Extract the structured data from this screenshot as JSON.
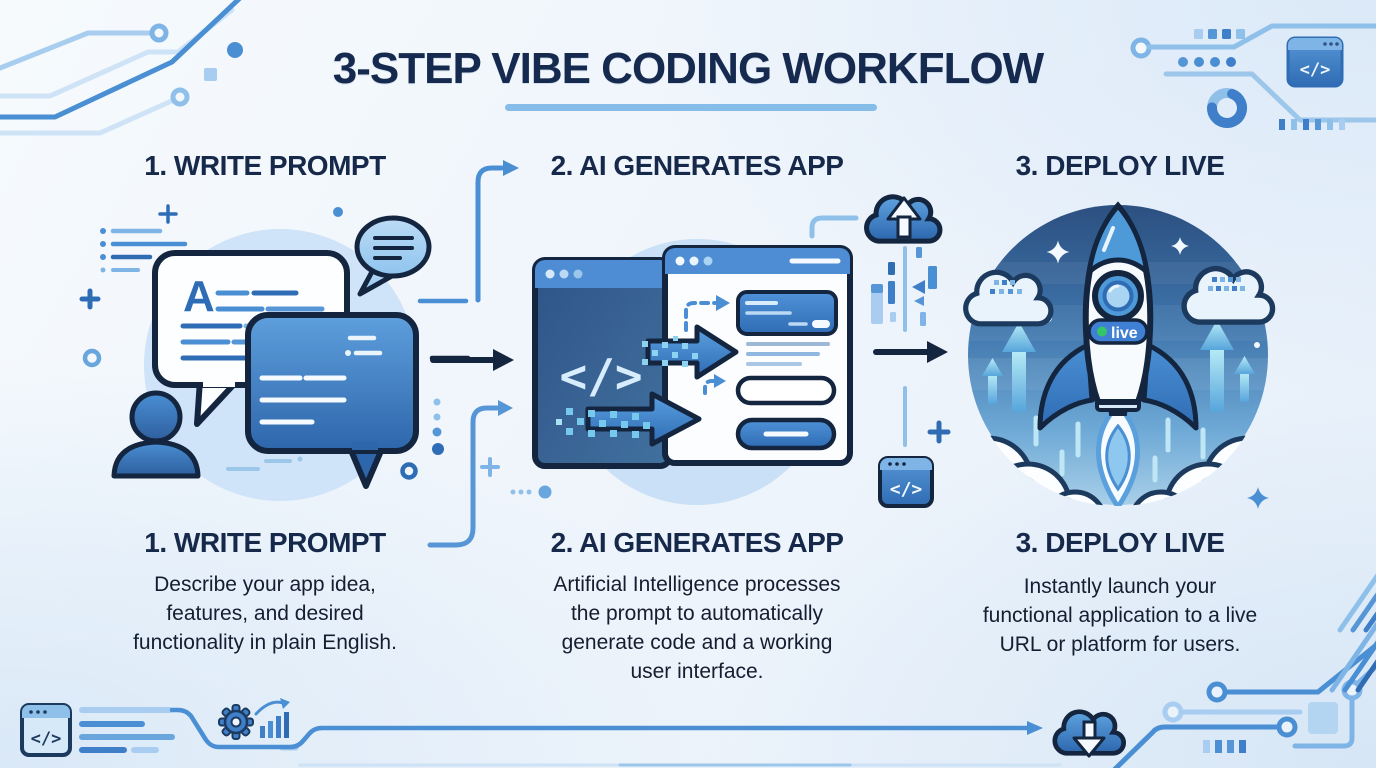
{
  "title": {
    "text": "3-STEP VIBE CODING WORKFLOW"
  },
  "steps": [
    {
      "top_label": "1. WRITE PROMPT",
      "bottom_title": "1. WRITE PROMPT",
      "description": "Describe your app idea, features, and desired functionality in plain English.",
      "lines": [
        "Describe your app idea,",
        "features, and desired",
        "functionality in plain English."
      ]
    },
    {
      "top_label": "2. AI GENERATES APP",
      "bottom_title": "2. AI GENERATES APP",
      "description": "Artificial Intelligence processes the prompt to automatically generate code and a working user interface.",
      "lines": [
        "Artificial Intelligence processes",
        "the prompt to automatically",
        "generate code and a working",
        "user interface."
      ]
    },
    {
      "top_label": "3. DEPLOY LIVE",
      "bottom_title": "3. DEPLOY LIVE",
      "description": "Instantly launch your functional application to a live URL or platform for users.",
      "lines": [
        "Instantly launch your",
        "functional application to a live",
        "URL or platform for users."
      ]
    }
  ],
  "illustration": {
    "prompt_letter": "A",
    "code_glyph": "</>",
    "live_badge": "live"
  },
  "colors": {
    "title_navy": "#152a4e",
    "body_text": "#151e30",
    "accent_blue": "#3f7fc9",
    "light_blue": "#8fc0ea",
    "pale_circle": "#cfe3f7",
    "underline": "#85bce8",
    "live_green": "#35c466"
  }
}
